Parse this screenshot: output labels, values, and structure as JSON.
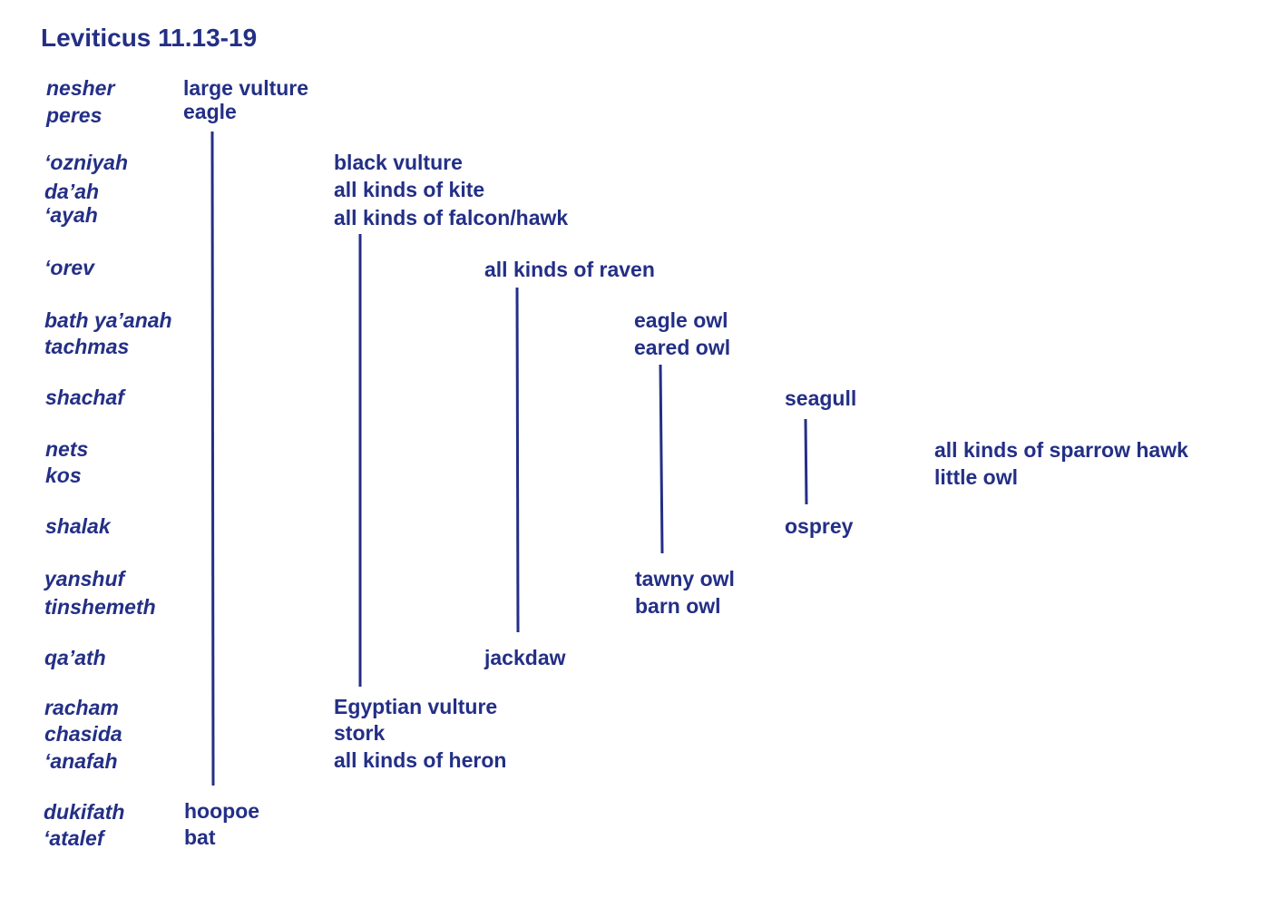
{
  "title": "Leviticus 11.13-19",
  "colors": {
    "ink": "#232f86",
    "background": "#ffffff"
  },
  "hebrew_names": [
    "nesher",
    "peres",
    "‘ozniyah",
    "da’ah",
    "‘ayah",
    "‘orev",
    "bath ya’anah",
    "tachmas",
    "shachaf",
    "nets",
    "kos",
    "shalak",
    "yanshuf",
    "tinshemeth",
    "qa’ath",
    "racham",
    "chasida",
    "‘anafah",
    "dukifath",
    "‘atalef"
  ],
  "english_names": [
    "large vulture",
    "eagle",
    "black vulture",
    "all kinds of kite",
    "all kinds of falcon/hawk",
    "all kinds of raven",
    "eagle owl",
    "eared owl",
    "seagull",
    "all kinds of sparrow hawk",
    "little owl",
    "osprey",
    "tawny owl",
    "barn owl",
    "jackdaw",
    "Egyptian vulture",
    "stork",
    "all kinds of heron",
    "hoopoe",
    "bat"
  ]
}
